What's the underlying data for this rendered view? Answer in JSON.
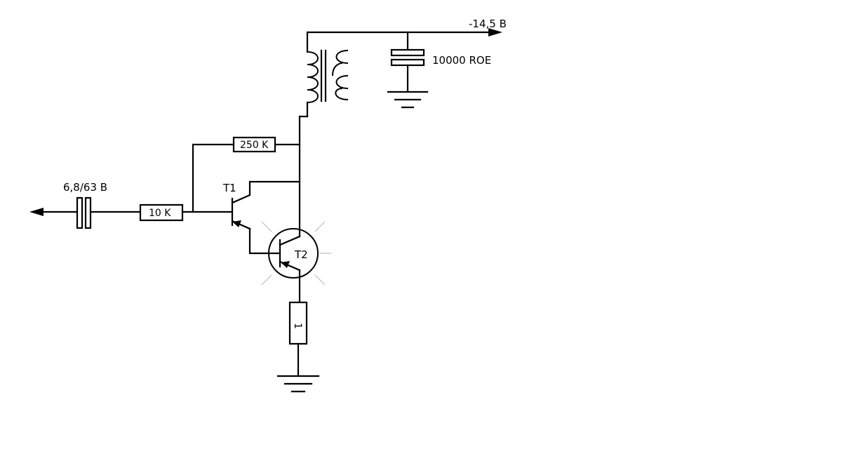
{
  "labels": {
    "supply_voltage": "-14,5 B",
    "supply_capacitor": "10000 ROE",
    "feedback_resistor": "250 K",
    "input_capacitor": "6,8/63 B",
    "input_resistor": "10 K",
    "transistor_1": "T1",
    "transistor_2": "T2",
    "emitter_resistor": "1"
  }
}
